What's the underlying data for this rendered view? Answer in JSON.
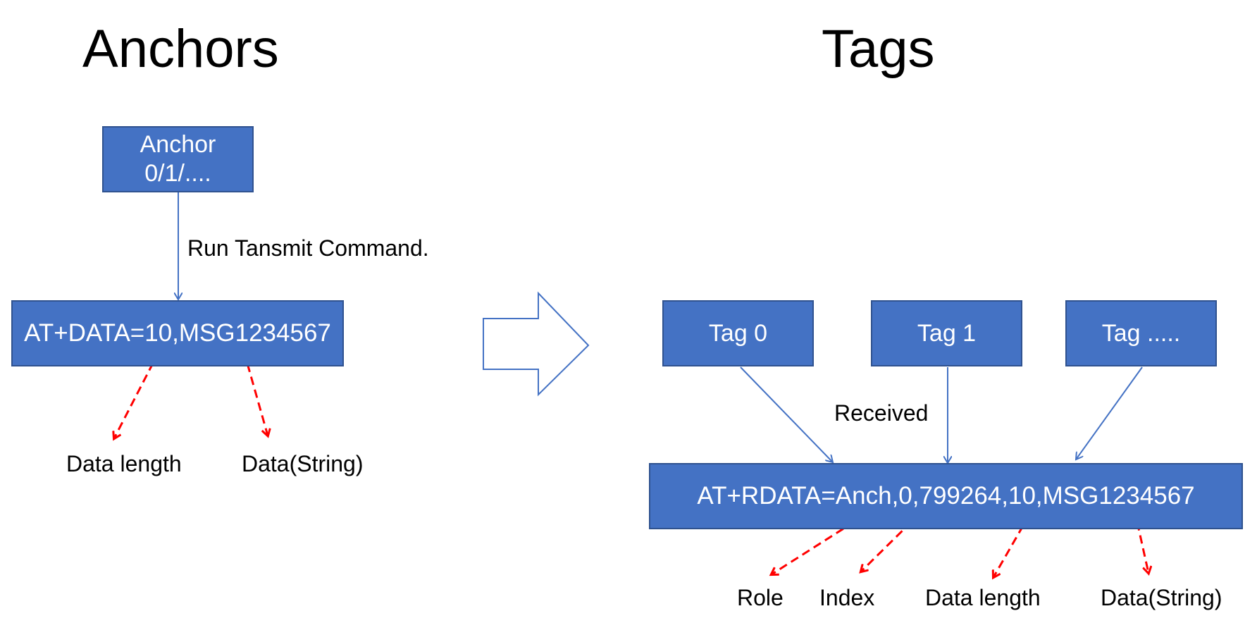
{
  "anchors": {
    "heading": "Anchors",
    "anchor_box": "Anchor\n0/1/....",
    "command_label": "Run Tansmit Command.",
    "command_box": "AT+DATA=10,MSG1234567",
    "field_labels": [
      "Data length",
      "Data(String)"
    ]
  },
  "tags": {
    "heading": "Tags",
    "tag_boxes": [
      "Tag 0",
      "Tag 1",
      "Tag ....."
    ],
    "received_label": "Received",
    "result_box": "AT+RDATA=Anch,0,799264,10,MSG1234567",
    "field_labels": [
      "Role",
      "Index",
      "Data length",
      "Data(String)"
    ]
  },
  "colors": {
    "box_fill": "#4472c4",
    "box_border": "#2f528f",
    "connector": "#4472c4",
    "callout_arrow": "#ff0000"
  }
}
